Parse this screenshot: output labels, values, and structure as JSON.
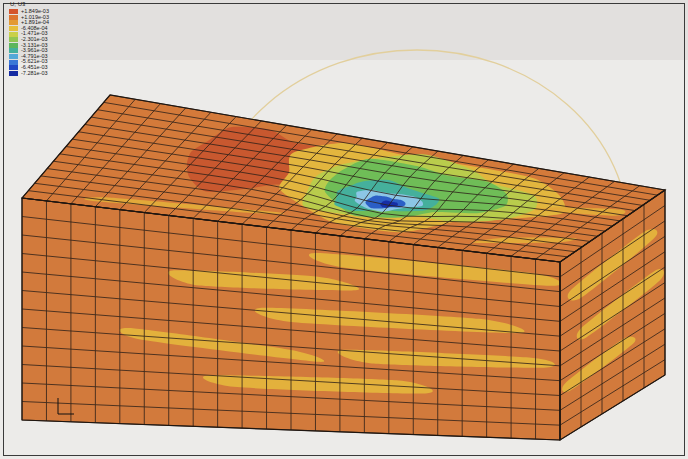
{
  "diagram": {
    "labels": [
      "U, U3"
    ],
    "legend": [
      {
        "text": "+1.849e-03",
        "color": "#d4532c"
      },
      {
        "text": "+1.019e-03",
        "color": "#dd7430"
      },
      {
        "text": "+1.891e-04",
        "color": "#e39a34"
      },
      {
        "text": "-6.408e-04",
        "color": "#e6bf3c"
      },
      {
        "text": "-1.471e-03",
        "color": "#c9d04a"
      },
      {
        "text": "-2.301e-03",
        "color": "#93c653"
      },
      {
        "text": "-3.131e-03",
        "color": "#5db65c"
      },
      {
        "text": "-3.961e-03",
        "color": "#45b09c"
      },
      {
        "text": "-4.791e-03",
        "color": "#54a8d8"
      },
      {
        "text": "-5.621e-03",
        "color": "#3b78d6"
      },
      {
        "text": "-6.451e-03",
        "color": "#2148c4"
      },
      {
        "text": "-7.281e-03",
        "color": "#152ba2"
      }
    ]
  }
}
